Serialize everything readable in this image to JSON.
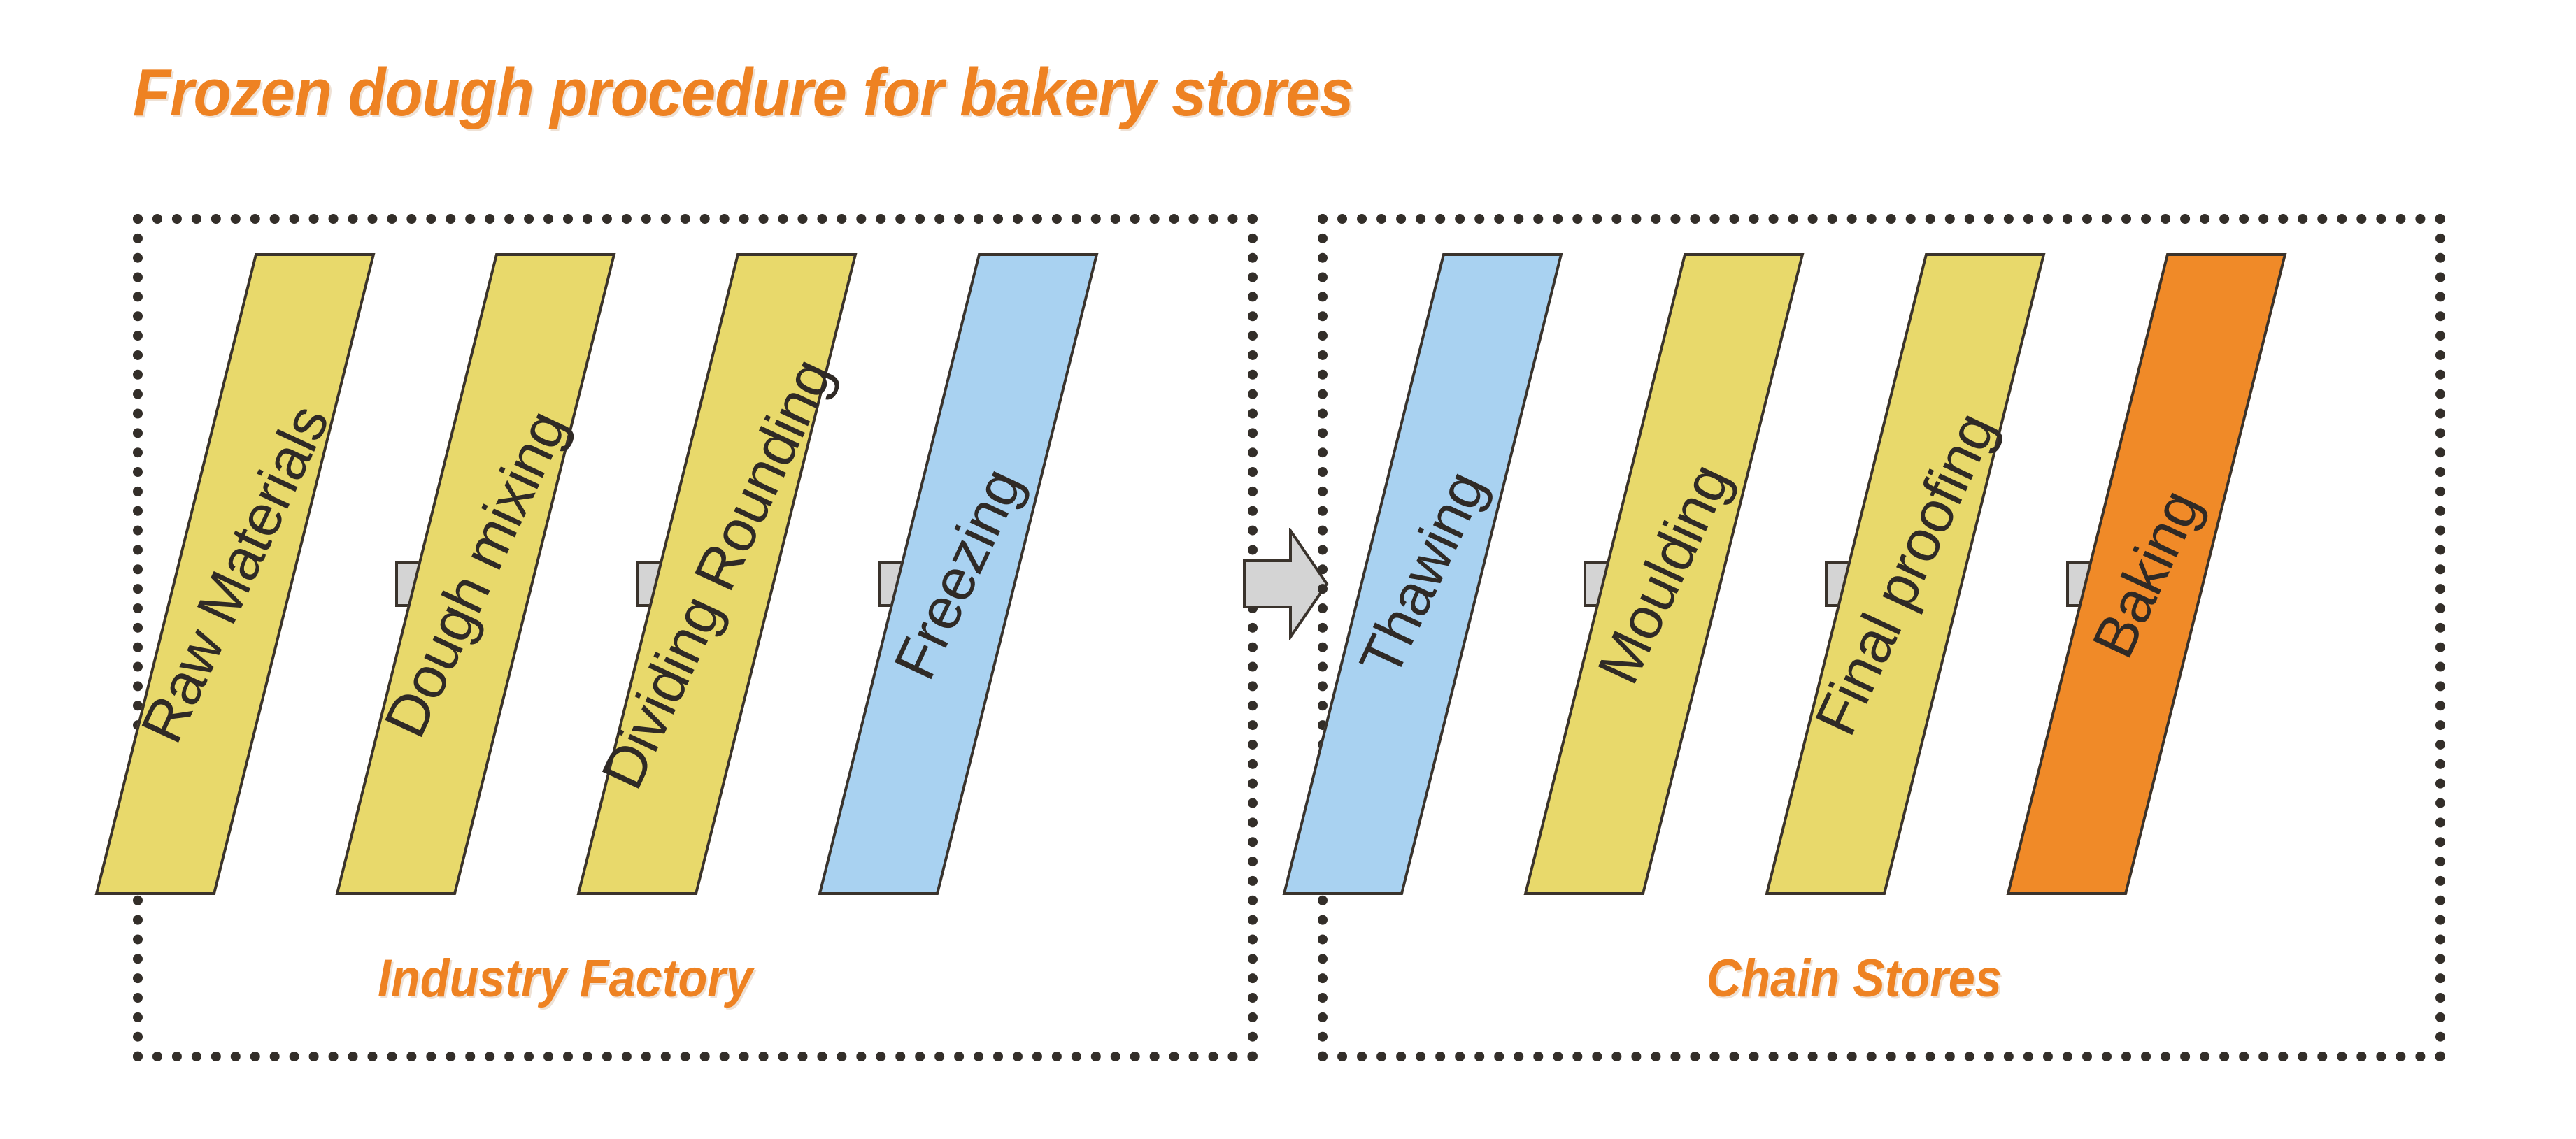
{
  "title": "Frozen dough procedure for bakery stores",
  "colors": {
    "title_orange": "#ee8222",
    "yellow_fill": "#e8d96b",
    "blue_fill": "#a9d2f1",
    "orange_fill": "#f08a28",
    "arrow_grey": "#d4d4d4",
    "outline": "#3a332c",
    "border_dots": "#332e29"
  },
  "panels": [
    {
      "id": "industry-factory",
      "label": "Industry Factory",
      "steps": [
        {
          "label": "Raw Materials",
          "color": "yellow"
        },
        {
          "label": "Dough mixing",
          "color": "yellow"
        },
        {
          "label": "Dividing Rounding",
          "color": "yellow"
        },
        {
          "label": "Freezing",
          "color": "blue"
        }
      ]
    },
    {
      "id": "chain-stores",
      "label": "Chain Stores",
      "steps": [
        {
          "label": "Thawing",
          "color": "blue"
        },
        {
          "label": "Moulding",
          "color": "yellow"
        },
        {
          "label": "Final proofing",
          "color": "yellow"
        },
        {
          "label": "Baking",
          "color": "orange"
        }
      ]
    }
  ],
  "arrows": {
    "icon": "block-arrow-right-icon",
    "count_left": 3,
    "count_right": 3,
    "count_between_panels": 1
  }
}
